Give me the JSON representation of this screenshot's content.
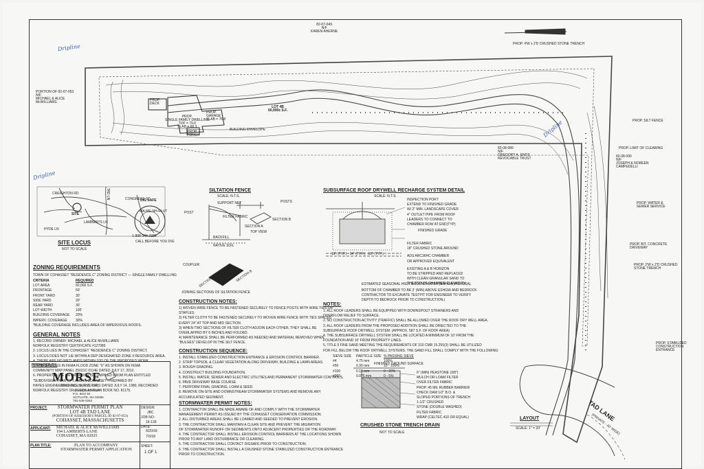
{
  "site_plan": {
    "north_abutter": [
      "82-07-049",
      "N/F",
      "KAREN AHERNE"
    ],
    "west_abutter": [
      "PORTION OF 82-07-053",
      "N/F",
      "MICHAEL & ALICE",
      "McWILLIAMS"
    ],
    "east_abutter": [
      "82-08-089",
      "N/F",
      "GREGORY A. ENOS",
      "REVOCABLE TRUST"
    ],
    "east_abutter_2": [
      "82-08-090",
      "N/F",
      "JOSEPH & NOREEN",
      "CAMPEDELLI"
    ],
    "lot_label": [
      "LOT 4B",
      "60,000± S.F."
    ],
    "deck": [
      "PROP.",
      "DECK"
    ],
    "garage": [
      "PROP.",
      "GARAGE",
      "SLAB = 76.8"
    ],
    "dwelling": [
      "PROP.",
      "SINGLE FAMILY DWELLING",
      "TOF = 79.0",
      "SLAB = 68.3"
    ],
    "porch": [
      "PROP.",
      "PORCH"
    ],
    "building_envelope": "BUILDING ENVELOPE",
    "callouts": [
      "PROP. 4'W x 2'D CRUSHED STONE TRENCH",
      "PROP. SILT FENCE",
      "PROP. LIMIT OF CLEARING",
      "PROP. WATER & SEWER SERVICE",
      "PROP. BIT. CONCRETE DRIVEWAY",
      "PROP. 2'W x 2'D CRUSHED STONE TRENCH",
      "PROP. STABILIZED CONSTRUCTION ENTRANCE"
    ],
    "tad_lane": "TAD LANE",
    "tad_lane_sub": "(PRIVATE - 40' WIDE)",
    "handwritten": [
      "Dripline",
      "Dripline",
      "Dripline"
    ]
  },
  "layout": {
    "title": "LAYOUT",
    "scale": "SCALE: 1\" = 20'"
  },
  "site_locus": {
    "title": "SITE LOCUS",
    "scale": "NOT TO SCALE",
    "labels": [
      "CREIGHTON RD",
      "HYDE LN",
      "TAD LN",
      "LAMBERTS LN",
      "CONGRESS ST",
      "SITE"
    ]
  },
  "dig_safe": {
    "top": "DIG SAFE",
    "ring": "CALL BEFORE YOU DIG",
    "letters": [
      "MA",
      "ME",
      "NH",
      "RI",
      "VT"
    ],
    "phone": "1-888-344-7233"
  },
  "zoning": {
    "title": "ZONING REQUIREMENTS",
    "intro": "TOWN OF COHASSET \"RESIDENCE C\" ZONING DISTRICT — SINGLE FAMILY DWELLING",
    "headers": [
      "CRITERIA",
      "REQUIRED"
    ],
    "rows": [
      [
        "LOT AREA",
        "60,000 S.F."
      ],
      [
        "FRONTAGE",
        "50'"
      ],
      [
        "FRONT YARD",
        "30'"
      ],
      [
        "SIDE YARD",
        "20'"
      ],
      [
        "REAR YARD",
        "30'"
      ],
      [
        "LOT WIDTH",
        "100'"
      ],
      [
        "BUILDING COVERAGE",
        "20%"
      ],
      [
        "IMPERV. COVERAGE",
        "30%"
      ]
    ],
    "note": "*BUILDING COVERAGE INCLUDES AREA OF IMPERVIOUS ROOFS."
  },
  "general_notes": {
    "title": "GENERAL NOTES",
    "items": [
      "1. RECORD OWNER:      MICHAEL & ALICE McWILLIAMS",
      "                      NORFOLK REGISTRY CERTIFICATE #127085",
      "2. LOCUS LIES IN THE COHASSET \"RESIDENCE C\" ZONING DISTRICT.",
      "3. LOCUS DOES NOT LIE WITHIN A DEP DESIGNATED ZONE II RESOURCE AREA.",
      "4. THERE ARE NO WETLANDS WITHIN 100' OF THE PROPOSED WORK.",
      "5. THE SITE LIES IN FEMA FLOOD ZONE \"X\" AS SHOWN ON FEMA",
      "   COMMUNITY MAP PANEL 25021C 0114E DATED JULY 17, 2012.",
      "6. PROPERTY LINE INFORMATION IS COMPILED FROM PLAN ENTITLED",
      "   \"SUBDIVISION PLAN OF LAND IN COHASSET\" PREPARED BY",
      "   HAYES ENGINEERING INC., SURVEYORS DATED JULY 14, 1980, RECORDED",
      "   NORFOLK REGISTRY OF DEEDS AS PLAN BOOK NO. 81175."
    ]
  },
  "siltation": {
    "title": "SILTATION FENCE",
    "scale": "SCALE: N.T.S.",
    "labels": [
      "SUPPORT NET",
      "POST",
      "FILTER FABRIC",
      "BACKFILL",
      "NATIVE SOIL",
      "COUPLER",
      "POSTS",
      "SECTION B",
      "SECTION A",
      "TOP VIEW",
      "SECTION A",
      "SECTION B"
    ],
    "caption": "JOINING SECTIONS OF SILTATION FENCE"
  },
  "construction_notes": {
    "title": "CONSTRUCTION NOTES:",
    "items": [
      "1)  WOVEN WIRE FENCE TO BE FASTENED SECURELY TO FENCE POSTS WITH WIRE TIES OR",
      "     STAPLES.",
      "2)  FILTER CLOTH TO BE FASTENED SECURELY TO WOVEN WIRE FENCE WITH TIES SPACED",
      "     EVERY 24\" AT TOP AND MID SECTION.",
      "3)  WHEN TWO SECTIONS OF FILTER CLOTH ADJOIN EACH OTHER, THEY SHALL BE",
      "     OVERLAPPED BY 6 INCHES AND FOLDED.",
      "4)  MAINTENANCE SHALL BE PERFORMED AS NEEDED AND MATERIAL REMOVED WHEN",
      "     \"BULGES\" DEVELOP IN THE SILT FENCE."
    ]
  },
  "construction_sequence": {
    "title": "CONSTRUCTION SEQUENCE:",
    "items": [
      "1. INSTALL STABILIZED CONSTRUCTION ENTRANCE & EROSION CONTROL BARRIER.",
      "2. STRIP TOPSOIL & CLEAR VEGETATION ALONG DRIVEWAY, BUILDING & LAWN AREAS.",
      "3. ROUGH GRADING.",
      "4. CONSTRUCT BUILDING FOUNDATION.",
      "5. INSTALL WATER, SEWER AND ELECTRIC UTILITIES AND PERMANENT STORMWATER CONTROLS.",
      "6. PAVE DRIVEWAY BASE COURSE.",
      "7. PERFORM FINAL GRADING, LOAM & SEED.",
      "8. REMOVE ON-SITE AND DOWNSTREAM STORMWATER SYSTEMS AND REMOVE ANY",
      "   ACCUMULATED SEDIMENT."
    ]
  },
  "stormwater_notes": {
    "title": "STORMWATER PERMIT NOTES:",
    "items": [
      "1. CONTRACTOR SHALL BE MADE AWARE OF AND COMPLY WITH THE STORMWATER",
      "   MANAGEMENT PERMIT AS ISSUED BY THE COHASSET CONSERVATION COMMISSION.",
      "2. ALL DISTURBED AREAS SHALL BE LOAMED AND SEEDED TO PREVENT EROSION.",
      "3. THE CONTRACTOR SHALL MAINTAIN A CLEAN SITE AND PREVENT THE MIGRATION",
      "   OF STORMWATER RUNOFF OR SEDIMENTS ONTO ADJACENT PROPERTIES OR THE ROADWAY.",
      "4. THE CONTRACTOR SHALL INSTALL EROSION CONTROL BARRIERS AT THE LOCATIONS SHOWN",
      "   PRIOR TO ANY LAND DISTURBANCE OR CLEARING.",
      "5. THE CONTRACTOR SHALL CONTACT DIGSAFE PRIOR TO CONSTRUCTION.",
      "6. THE CONTRACTOR SHALL INSTALL A CRUSHED STONE STABILIZED CONSTRUCTION ENTRANCE",
      "   PRIOR TO CONSTRUCTION."
    ]
  },
  "drywell": {
    "title": "SUBSURFACE ROOF DRYWELL RECHARGE SYSTEM DETAIL",
    "scale": "SCALE: N.T.S.",
    "labels": [
      "INSPECTION PORT",
      "EXTEND TO FINISHED GRADE",
      "W/ 2\" MIN. LANDSCAPE COVER",
      "4\" OUTLET PIPE FROM ROOF",
      "LEADERS TO CONNECT TO",
      "CHAMBER ROW AT END(TYP)",
      "FINISHED GRADE",
      "FILTER FABRIC",
      "18\" CRUSHED STONE AROUND",
      "ADS ARC36HC CHAMBER",
      "OR APPROVED EQUIVALENT",
      "EXISTING A & B HORIZON",
      "TO BE STRIPPED AND REPLACED",
      "WITH CLEAN GRANULAR SAND TO",
      "THE TOP OF CHAMBER ELEVATION"
    ],
    "dims": [
      "18\" (TYP.)",
      "34\" (TYP.)",
      "18\" (TYP.)"
    ],
    "gw": "ESTIMATED SEASONAL HIGH GROUNDWATER (ESHGW)/REFUSAL",
    "bottom": [
      "BOTTOM OF CHAMBER TO BE 2' (MIN) ABOVE ESHGW AND BEDROCK",
      "CONTRACTOR TO EXCAVATE TESTPIT FOR ENGINEER TO VERIFY",
      "DEPTH TO BEDROCK PRIOR TO CONSTRUCTION.)"
    ]
  },
  "notes": {
    "title": "NOTES:",
    "items": [
      "1.  ALL ROOF LEADERS SHALL BE EQUIPPED WITH DOWNSPOUT STRAINERS AND",
      "     OVERFLOW RELIEF TO SURFACE.",
      "2.  NO CONSTRUCTION ACTIVITY (TRAFFIC) SHALL BE ALLOWED OVER THE ROOF DRY WELL AREA.",
      "3.  ALL ROOF LEADERS FROM THE PROPOSED ADDITION SHALL BE DIRECTED TO THE",
      "     SUBSURFACE ROOF DRYWELL SYSTEM.  (APPROX. 587 S.F. OF ROOF AREA)",
      "4.  THE SUBSURFACE DRYWELL SYSTEM SHALL BE LOCATED A MINIMUM OF 10' FROM THE",
      "     FOUNDATION AND 10' FROM PROPERTY LINES.",
      "5.  TITLE 5 FINE SAND MEETING THE REQUIREMENTS OF 310 CMR 15.255(3) SHALL BE UTILIZED",
      "     FOR FILL BELOW THE ROOF DRYWELL SYSTEMS.  THE SAND FILL SHALL COMPLY WITH THE FOLLOWING:"
    ],
    "sieve_headers": [
      "SIEVE SIZE",
      "PARTICLE SIZE",
      "% PASSING SIEVE"
    ],
    "sieve_rows": [
      [
        "#4",
        "4.75 mm",
        "100%"
      ],
      [
        "#50",
        "0.30 mm",
        "10 - 100%"
      ],
      [
        "#100",
        "0.15 mm",
        "0 - 20%"
      ],
      [
        "#200",
        "0.075 mm",
        "0 - 5%"
      ]
    ]
  },
  "trench": {
    "title": "CRUSHED STONE TRENCH DRAIN",
    "scale": "NOT TO SCALE",
    "labels": [
      "FINISHED GROUND SURFACE",
      "6\" (MIN) PEASTONE (3/8\")",
      "MULCH OR LOAM FILTER",
      "OVER FILTER FABRIC",
      "PROP. 45 MIL RUBBER BARRIER",
      "CHECK DAM 1/2\" B.O. &",
      "SLOPED PORTIONS OF TRENCH",
      "1-1/2\" CRUSHED",
      "STONE (DOUBLE WASHED)",
      "FILTER FABRIC",
      "WRAP (CELTEC 410 OR EQUAL)"
    ]
  },
  "titleblock": {
    "prepared_by": "PREPARED BY:",
    "firm": "MORSE",
    "firm_sub": "ENGINEERING CO., INC.",
    "address": [
      "18 UNION STREET",
      "P.O. BOX 92",
      "SCITUATE, MA 02066",
      "781-545-0263"
    ],
    "project_label": "PROJECT:",
    "project": [
      "STORMWATER PERMIT PLAN",
      "LOT 4B TAD LANE",
      "(PORTION OF ASSESSOR'S PARCEL ID 82-07-053)",
      "COHASSET, MASSACHUSETTS"
    ],
    "applicant_label": "APPLICANT:",
    "applicant": [
      "MICHAEL & ALICE McWILLIAMS",
      "194 LAMBERTS LANE",
      "COHASSET, MA 02025"
    ],
    "plan_title_label": "PLAN TITLE:",
    "plan_title": [
      "PLAN TO ACCOMPANY",
      "STORMWATER PERMIT APPLICATION"
    ],
    "design_label": "DESIGN:",
    "design": "JBC",
    "job_label": "JOB NO:",
    "job": "16-139",
    "date_label": "DATE:",
    "date": "6/20/18",
    "rev_date": "7/3/18",
    "sheet_label": "SHEET:",
    "sheet": "1 OF 1"
  }
}
